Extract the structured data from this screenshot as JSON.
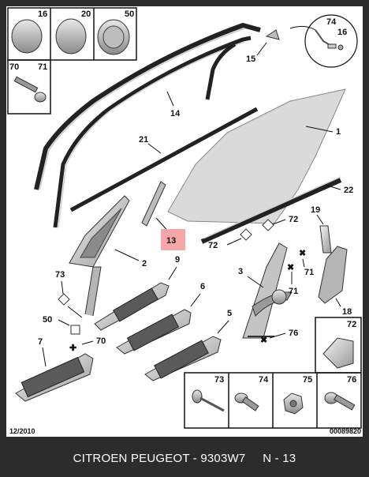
{
  "header_boxes": [
    {
      "id": "16",
      "label": "16"
    },
    {
      "id": "20",
      "label": "20"
    },
    {
      "id": "50",
      "label": "50"
    }
  ],
  "box_70_71": {
    "left": "70",
    "right": "71"
  },
  "circle_callout": {
    "top": "74",
    "right": "16"
  },
  "callouts": {
    "c15": "15",
    "c14": "14",
    "c1": "1",
    "c21": "21",
    "c22": "22",
    "c13": "13",
    "c19": "19",
    "c72a": "72",
    "c72b": "72",
    "c2": "2",
    "c9": "9",
    "c3": "3",
    "c71a": "71",
    "c71b": "71",
    "c18": "18",
    "c73": "73",
    "c6": "6",
    "c50": "50",
    "c70": "70",
    "c76": "76",
    "c7": "7",
    "c5": "5"
  },
  "highlight": {
    "label": "13",
    "color": "#f7a7a7"
  },
  "bottom_boxes": [
    "73",
    "74",
    "75",
    "76"
  ],
  "box_72": "72",
  "date_code": "12/2010",
  "ref_code": "00089820",
  "footer": {
    "brand": "CITROEN PEUGEOT - 9303W7",
    "page": "N - 13"
  },
  "colors": {
    "footer_bg": "#2c2c2c",
    "glass": "#dadada",
    "highlight": "#f7a7a7",
    "part_grey": "#bdbdbd"
  }
}
